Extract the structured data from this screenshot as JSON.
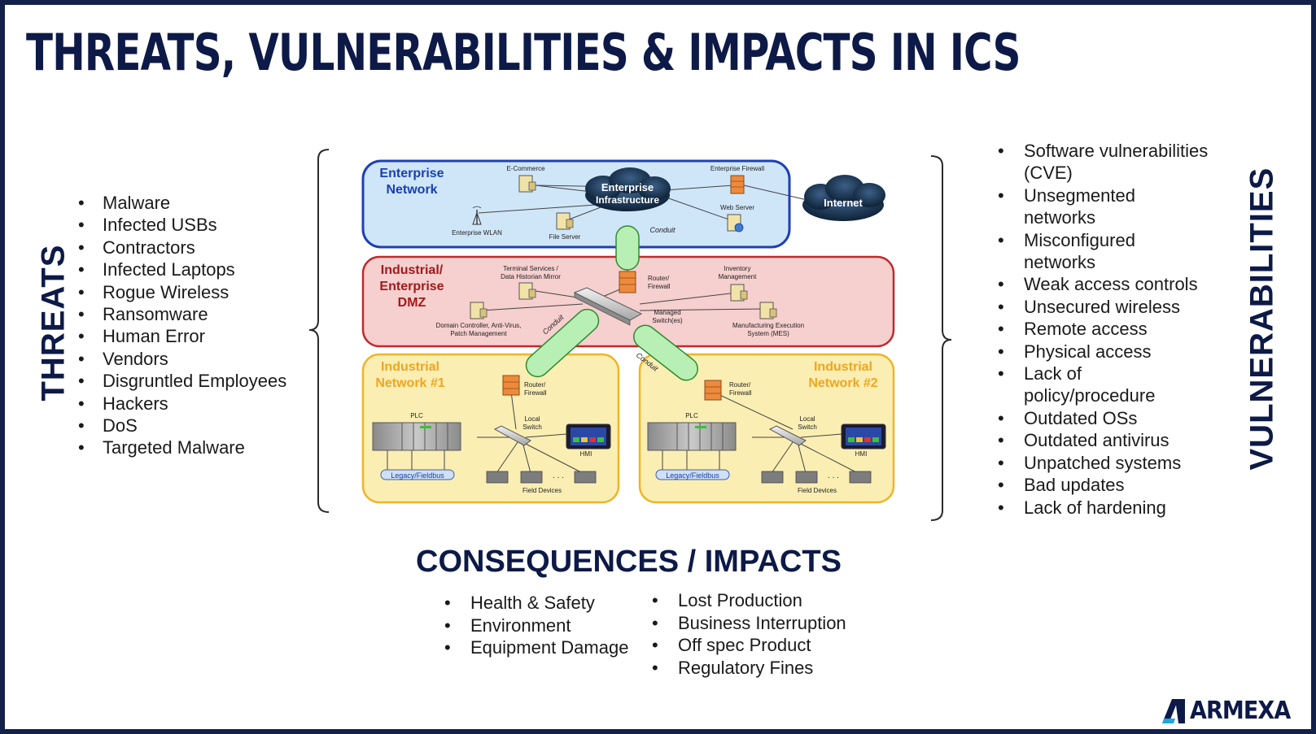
{
  "title": "THREATS, VULNERABILITIES & IMPACTS IN ICS",
  "threats": {
    "label": "THREATS",
    "items": [
      "Malware",
      "Infected USBs",
      "Contractors",
      "Infected Laptops",
      "Rogue Wireless",
      "Ransomware",
      "Human Error",
      "Vendors",
      "Disgruntled Employees",
      "Hackers",
      "DoS",
      "Targeted Malware"
    ]
  },
  "vulnerabilities": {
    "label": "VULNERABILITIES",
    "items": [
      "Software vulnerabilities (CVE)",
      "Unsegmented networks",
      "Misconfigured networks",
      "Weak access controls",
      "Unsecured wireless",
      "Remote access",
      "Physical access",
      "Lack of policy/procedure",
      "Outdated OSs",
      "Outdated antivirus",
      "Unpatched systems",
      "Bad updates",
      "Lack of hardening"
    ]
  },
  "consequences": {
    "title": "CONSEQUENCES / IMPACTS",
    "left": [
      "Health & Safety",
      "Environment",
      "Equipment Damage"
    ],
    "right": [
      "Lost Production",
      "Business Interruption",
      "Off spec Product",
      "Regulatory Fines"
    ]
  },
  "diagram": {
    "enterprise": {
      "zone_label_1": "Enterprise",
      "zone_label_2": "Network",
      "infra_1": "Enterprise",
      "infra_2": "Infrastructure",
      "ecommerce": "E-Commerce",
      "firewall": "Enterprise Firewall",
      "web_server": "Web Server",
      "wlan": "Enterprise WLAN",
      "file_server": "File Server",
      "conduit": "Conduit"
    },
    "internet": "Internet",
    "dmz": {
      "zone_label_1": "Industrial/",
      "zone_label_2": "Enterprise",
      "zone_label_3": "DMZ",
      "terminal_1": "Terminal Services /",
      "terminal_2": "Data Historian Mirror",
      "router_1": "Router/",
      "router_2": "Firewall",
      "inventory_1": "Inventory",
      "inventory_2": "Management",
      "switch_1": "Managed",
      "switch_2": "Switch(es)",
      "domain_1": "Domain Controller, Anti-Virus,",
      "domain_2": "Patch Management",
      "mes_1": "Manufacturing Execution",
      "mes_2": "System (MES)",
      "conduit_left": "Conduit",
      "conduit_right": "Conduit"
    },
    "net1": {
      "zone_label_1": "Industrial",
      "zone_label_2": "Network #1",
      "router_1": "Router/",
      "router_2": "Firewall",
      "plc": "PLC",
      "switch_1": "Local",
      "switch_2": "Switch",
      "hmi": "HMI",
      "legacy": "Legacy/Fieldbus",
      "field": "Field Devices",
      "dots": ". . ."
    },
    "net2": {
      "zone_label_1": "Industrial",
      "zone_label_2": "Network #2",
      "router_1": "Router/",
      "router_2": "Firewall",
      "plc": "PLC",
      "switch_1": "Local",
      "switch_2": "Switch",
      "hmi": "HMI",
      "legacy": "Legacy/Fieldbus",
      "field": "Field Devices",
      "dots": ". . ."
    }
  },
  "logo": {
    "text": "ARMEXA"
  },
  "colors": {
    "navy": "#0d1a47",
    "enterprise_fill": "#cfe6f9",
    "enterprise_border": "#1f3fb8",
    "dmz_fill": "#f6cfcf",
    "dmz_border": "#c02a2a",
    "industrial_fill": "#fbeeb3",
    "industrial_border": "#f0b429",
    "conduit": "#b8efb4"
  }
}
